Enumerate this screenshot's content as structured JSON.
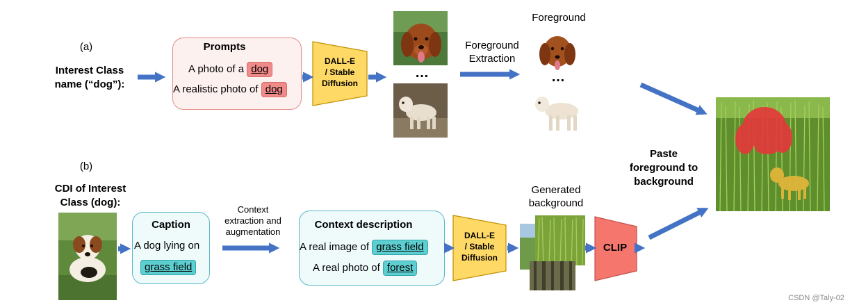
{
  "panel_a": {
    "label": "(a)",
    "input_line1": "Interest Class",
    "input_line2": "name (“dog”):",
    "prompts_title": "Prompts",
    "prompt1_prefix": "A photo of a",
    "prompt1_class": "dog",
    "prompt2_prefix": "A realistic photo of",
    "prompt2_class": "dog",
    "generator_line1": "DALL-E",
    "generator_line2": "/ Stable",
    "generator_line3": "Diffusion",
    "ellipsis": "…",
    "extraction_line1": "Foreground",
    "extraction_line2": "Extraction",
    "foreground_title": "Foreground",
    "foreground_ellipsis": "…"
  },
  "panel_b": {
    "label": "(b)",
    "input_line1": "CDI of Interest",
    "input_line2": "Class (dog):",
    "caption_title": "Caption",
    "caption_line1": "A dog lying on",
    "caption_term": "grass field",
    "augment_line1": "Context",
    "augment_line2": "extraction and",
    "augment_line3": "augmentation",
    "context_title": "Context description",
    "context1_prefix": "A real image of",
    "context1_term": "grass field",
    "context2_prefix": "A real photo of",
    "context2_term": "forest",
    "generator_line1": "DALL-E",
    "generator_line2": "/ Stable",
    "generator_line3": "Diffusion",
    "background_line1": "Generated",
    "background_line2": "background",
    "clip_label": "CLIP"
  },
  "paste": {
    "line1": "Paste",
    "line2": "foreground to",
    "line3": "background"
  },
  "watermark": "CSDN @Taly-02",
  "colors": {
    "arrow": "#4472c4",
    "generator_fill": "#ffd966",
    "clip_fill": "#f4766c",
    "prompt_tag": "#f08b8a",
    "context_tag": "#5ecfd1"
  }
}
